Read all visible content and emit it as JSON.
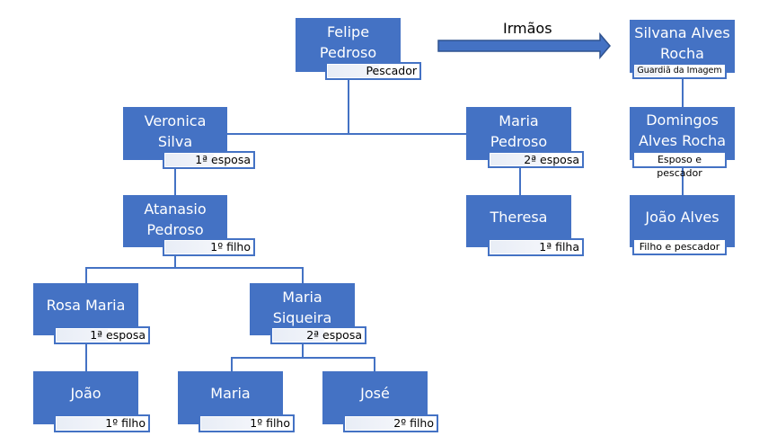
{
  "diagram": {
    "type": "family-tree",
    "colors": {
      "node_fill": "#4472c4",
      "node_text": "#ffffff",
      "label_border": "#4472c4"
    },
    "relation_arrow": {
      "label": "Irmãos",
      "icon": "right-arrow-icon"
    },
    "nodes": {
      "felipe": {
        "name": "Felipe Pedroso",
        "role": "Pescador"
      },
      "veronica": {
        "name": "Veronica Silva",
        "role": "1ª esposa"
      },
      "maria_pedroso": {
        "name": "Maria Pedroso",
        "role": "2ª esposa"
      },
      "atanasio": {
        "name": "Atanasio Pedroso",
        "role": "1º filho"
      },
      "theresa": {
        "name": "Theresa",
        "role": "1ª filha"
      },
      "rosa": {
        "name": "Rosa Maria",
        "role": "1ª esposa"
      },
      "maria_siqueira": {
        "name": "Maria Siqueira",
        "role": "2ª esposa"
      },
      "joao": {
        "name": "João",
        "role": "1º filho"
      },
      "maria": {
        "name": "Maria",
        "role": "1º filho"
      },
      "jose": {
        "name": "José",
        "role": "2º filho"
      },
      "silvana": {
        "name": "Silvana Alves Rocha",
        "role": "Guardiã da Imagem"
      },
      "domingos": {
        "name": "Domingos Alves Rocha",
        "role": "Esposo e pescador"
      },
      "joao_alves": {
        "name": "João Alves",
        "role": "Filho e pescador"
      }
    }
  }
}
